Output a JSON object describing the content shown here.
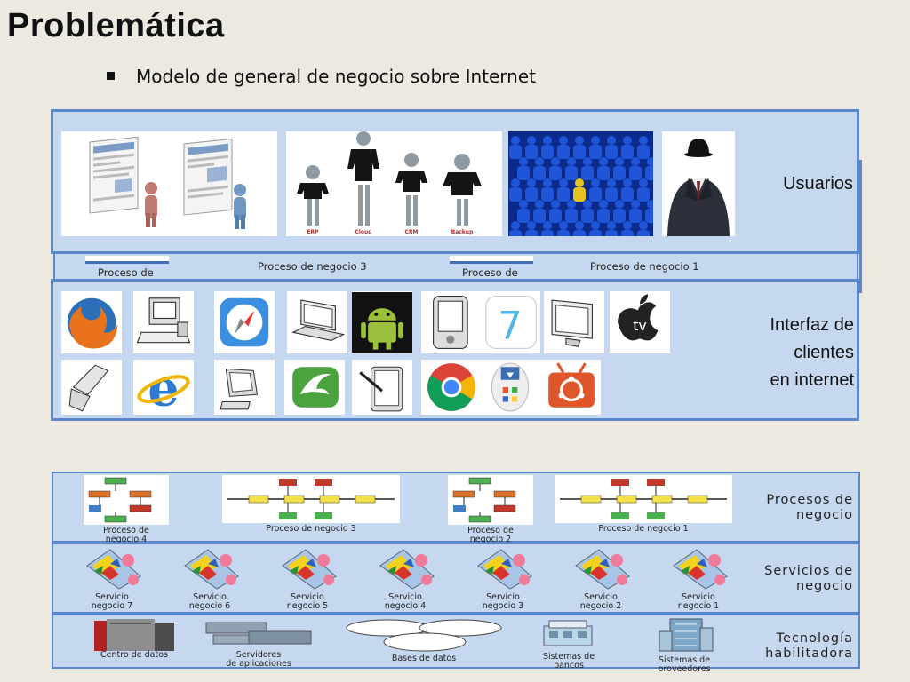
{
  "title": "Problemática",
  "bullet": "Modelo de general de negocio sobre Internet",
  "labels": {
    "usuarios": "Usuarios",
    "interfaz_1": "Interfaz de",
    "interfaz_2": "clientes",
    "interfaz_3": "en internet"
  },
  "users_band": {
    "roles": [
      "ERP",
      "Cloud",
      "CRM",
      "Backup"
    ]
  },
  "mid_strip": {
    "items": [
      "Proceso de",
      "Proceso de negocio 3",
      "Proceso de",
      "Proceso de negocio 1"
    ]
  },
  "icons": {
    "row1": [
      "firefox-icon",
      "desktop-computer-icon",
      "safari-icon",
      "laptop-icon",
      "android-icon",
      "pda-icon",
      "ios7-icon",
      "monitor-icon",
      "apple-tv-icon"
    ],
    "row2": [
      "flip-phone-icon",
      "internet-explorer-icon",
      "imac-icon",
      "dolphin-browser-icon",
      "tablet-stylus-icon",
      "chrome-icon",
      "download-app-icon",
      "ubuntu-tv-icon"
    ]
  },
  "procesos": {
    "label_1": "Procesos de",
    "label_2": "negocio",
    "items": [
      {
        "l1": "Proceso de",
        "l2": "negocio 4"
      },
      {
        "l1": "Proceso de negocio 3",
        "l2": ""
      },
      {
        "l1": "Proceso de",
        "l2": "negocio 2"
      },
      {
        "l1": "Proceso de negocio 1",
        "l2": ""
      }
    ]
  },
  "servicios": {
    "label_1": "Servicios de",
    "label_2": "negocio",
    "items": [
      {
        "l1": "Servicio",
        "l2": "negocio 7"
      },
      {
        "l1": "Servicio",
        "l2": "negocio 6"
      },
      {
        "l1": "Servicio",
        "l2": "negocio 5"
      },
      {
        "l1": "Servicio",
        "l2": "negocio 4"
      },
      {
        "l1": "Servicio",
        "l2": "negocio 3"
      },
      {
        "l1": "Servicio",
        "l2": "negocio 2"
      },
      {
        "l1": "Servicio",
        "l2": "negocio 1"
      }
    ]
  },
  "tecnologia": {
    "label_1": "Tecnología",
    "label_2": "habilitadora",
    "items": [
      {
        "l1": "Centro de datos",
        "l2": ""
      },
      {
        "l1": "Servidores",
        "l2": "de aplicaciones"
      },
      {
        "l1": "Bases de datos",
        "l2": ""
      },
      {
        "l1": "Sistemas de",
        "l2": "bancos"
      },
      {
        "l1": "Sistemas de",
        "l2": "proveedores"
      }
    ]
  },
  "colors": {
    "panel": "#c6d8ef",
    "border": "#5b86c9",
    "background": "#ece9e1"
  }
}
